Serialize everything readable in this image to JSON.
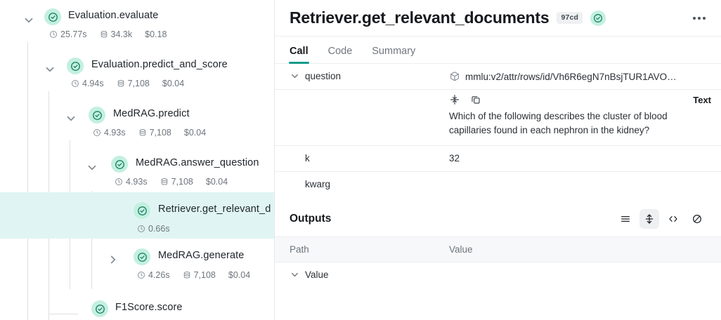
{
  "tree": {
    "items": [
      {
        "name": "Evaluation.evaluate",
        "duration": "25.77s",
        "tokens": "34.3k",
        "cost": "$0.18",
        "depth": 0,
        "expanded": true,
        "selected": false,
        "status": "success"
      },
      {
        "name": "Evaluation.predict_and_score",
        "duration": "4.94s",
        "tokens": "7,108",
        "cost": "$0.04",
        "depth": 1,
        "expanded": true,
        "selected": false,
        "status": "success"
      },
      {
        "name": "MedRAG.predict",
        "duration": "4.93s",
        "tokens": "7,108",
        "cost": "$0.04",
        "depth": 2,
        "expanded": true,
        "selected": false,
        "status": "success"
      },
      {
        "name": "MedRAG.answer_question",
        "duration": "4.93s",
        "tokens": "7,108",
        "cost": "$0.04",
        "depth": 3,
        "expanded": true,
        "selected": false,
        "status": "success"
      },
      {
        "name": "Retriever.get_relevant_d",
        "duration": "0.66s",
        "tokens": "",
        "cost": "",
        "depth": 4,
        "expanded": false,
        "selected": true,
        "status": "success"
      },
      {
        "name": "MedRAG.generate",
        "duration": "4.26s",
        "tokens": "7,108",
        "cost": "$0.04",
        "depth": 4,
        "expanded": false,
        "selected": false,
        "status": "success"
      },
      {
        "name": "F1Score.score",
        "duration": "",
        "tokens": "",
        "cost": "",
        "depth": 2,
        "expanded": false,
        "selected": false,
        "status": "success"
      }
    ]
  },
  "detail": {
    "title": "Retriever.get_relevant_documents",
    "badge": "97cd",
    "status_icon": "check-circle-icon",
    "menu_icon": "ellipsis-icon",
    "tabs": [
      {
        "label": "Call",
        "active": true
      },
      {
        "label": "Code",
        "active": false
      },
      {
        "label": "Summary",
        "active": false
      }
    ],
    "call": {
      "rows": [
        {
          "key": "question",
          "value": "mmlu:v2/attr/rows/id/Vh6R6egN7nBsjTUR1AVO…",
          "has_chevron": true,
          "has_ref_icon": true
        },
        {
          "key": "",
          "value": "",
          "toolbar": {
            "collapse_icon": "collapse-vertical-icon",
            "copy_icon": "copy-icon",
            "format_label": "Text"
          },
          "body": "Which of the following describes the cluster of blood capillaries found in each nephron in the kidney?"
        },
        {
          "key": "k",
          "value": "32",
          "has_chevron": false,
          "has_ref_icon": false
        },
        {
          "key": "kwarg",
          "value": "",
          "has_chevron": false,
          "has_ref_icon": false
        }
      ]
    },
    "outputs": {
      "title": "Outputs",
      "actions": [
        {
          "icon": "list-view-icon",
          "active": false
        },
        {
          "icon": "expand-rows-icon",
          "active": true
        },
        {
          "icon": "code-view-icon",
          "active": false
        },
        {
          "icon": "hide-icon",
          "active": false
        }
      ],
      "columns": {
        "path": "Path",
        "value": "Value"
      },
      "rows": [
        {
          "path": "Value",
          "value": "",
          "has_chevron": true
        }
      ]
    }
  },
  "colors": {
    "accent": "#119b8a",
    "status_bg": "#c3f0e0",
    "status_fg": "#16a379",
    "selected_row": "#e0f5f3",
    "muted_text": "#6d757d",
    "border": "#ededf0"
  }
}
